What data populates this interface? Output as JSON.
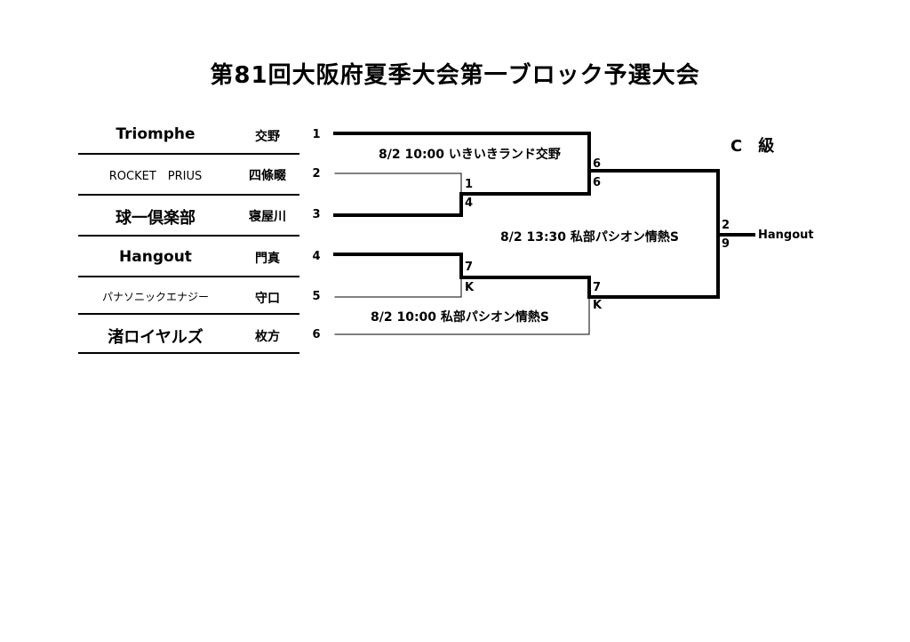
{
  "title": "第81回大阪府夏季大会第一ブロック予選大会",
  "class_label": "C　級",
  "teams": [
    {
      "name": "Triomphe",
      "city": "交野",
      "seed": "1"
    },
    {
      "name": "ROCKET　PRIUS",
      "city": "四條畷",
      "seed": "2"
    },
    {
      "name": "球一倶楽部",
      "city": "寝屋川",
      "seed": "3"
    },
    {
      "name": "Hangout",
      "city": "門真",
      "seed": "4"
    },
    {
      "name": "パナソニックエナジー",
      "city": "守口",
      "seed": "5"
    },
    {
      "name": "渚ロイヤルズ",
      "city": "枚方",
      "seed": "6"
    }
  ],
  "matches": {
    "r1a": {
      "top_score": "1",
      "bottom_score": "4"
    },
    "r1b": {
      "top_score": "7",
      "bottom_score": "K"
    },
    "sf1": {
      "info": "8/2 10:00 いきいきランド交野",
      "top_score": "6",
      "bottom_score": "6"
    },
    "sf2": {
      "info": "8/2 10:00 私部パシオン情熱S",
      "top_score": "7",
      "bottom_score": "K"
    },
    "final": {
      "info": "8/2 13:30 私部パシオン情熱S",
      "top_score": "2",
      "bottom_score": "9"
    }
  },
  "winner": "Hangout"
}
